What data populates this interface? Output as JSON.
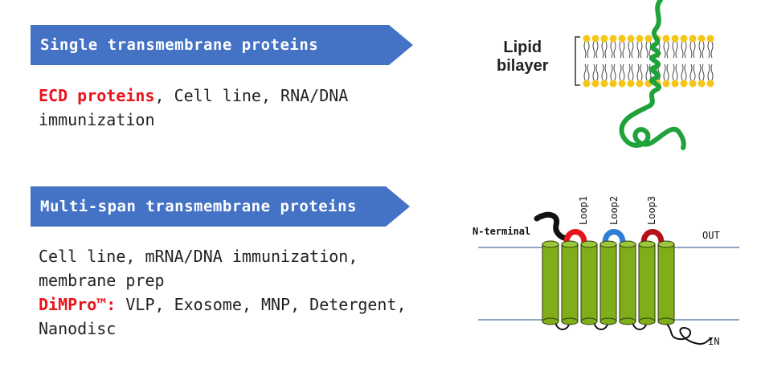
{
  "section1": {
    "title": "Single transmembrane proteins",
    "highlight": "ECD proteins",
    "line1_rest": ", Cell line, RNA/DNA",
    "line2": "immunization"
  },
  "section2": {
    "title": "Multi-span transmembrane proteins",
    "line1": "Cell line, mRNA/DNA immunization,",
    "line2": "membrane prep",
    "highlight": "DiMPro™:",
    "line3_rest": " VLP, Exosome, MNP, Detergent,",
    "line4": "Nanodisc"
  },
  "figure1": {
    "label_line1": "Lipid",
    "label_line2": "bilayer"
  },
  "figure2": {
    "n_terminal": "N-terminal",
    "loop1": "Loop1",
    "loop2": "Loop2",
    "loop3": "Loop3",
    "out": "OUT",
    "in": "IN"
  },
  "colors": {
    "banner": "#4472c4",
    "highlight": "#e8141b",
    "lipid_head": "#f5c518",
    "protein_strand": "#1fa23a",
    "helix": "#7fae1a",
    "loop1": "#e8141b",
    "loop2": "#2d7fd6",
    "loop3": "#b3121b"
  }
}
